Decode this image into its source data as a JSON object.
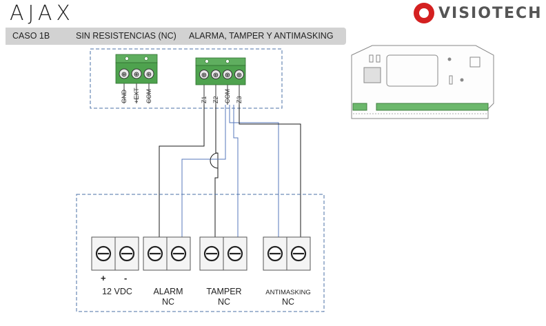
{
  "brand": {
    "left_logo": "AJAX",
    "right_logo": "VISIOTECH",
    "accent_color": "#d42020"
  },
  "header": {
    "case": "CASO 1B",
    "mode": "SIN RESISTENCIAS (NC)",
    "signals": "ALARMA, TAMPER Y ANTIMASKING"
  },
  "panel_terminals": {
    "power_block": [
      "GND",
      "+EXT",
      "COM"
    ],
    "zone_block": [
      "Z1",
      "Z2",
      "COM",
      "Z3"
    ]
  },
  "detector_terminals": {
    "power": {
      "name": "12 VDC",
      "polarity": [
        "+",
        "-"
      ]
    },
    "alarm": {
      "name": "ALARM",
      "type": "NC"
    },
    "tamper": {
      "name": "TAMPER",
      "type": "NC"
    },
    "antimasking": {
      "name": "ANTIMASKING",
      "type": "NC"
    }
  },
  "colors": {
    "wire_black": "#1a1a1a",
    "wire_blue": "#5577bb",
    "box_dash": "#4a6fa5",
    "terminal_green": "#4ea24e"
  }
}
